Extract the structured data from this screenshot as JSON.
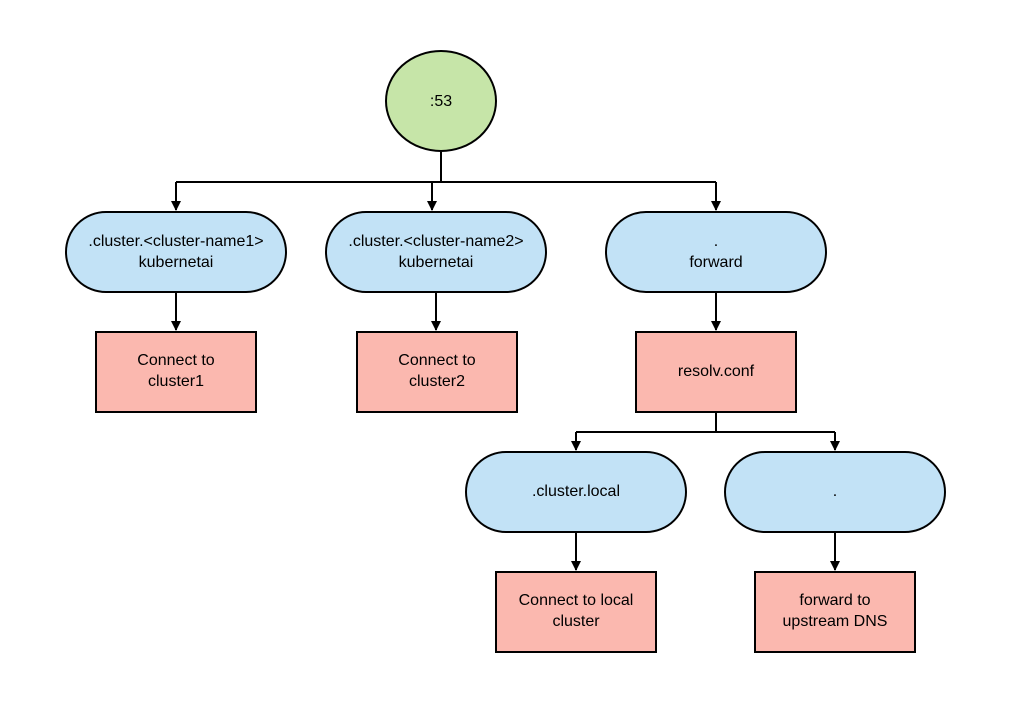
{
  "colors": {
    "root_fill": "#c6e5a8",
    "pill_fill": "#c2e2f6",
    "box_fill": "#fbb8af",
    "stroke": "#000000",
    "background": "#ffffff"
  },
  "root": {
    "label": ":53"
  },
  "branches": {
    "cluster1": {
      "line1": ".cluster.<cluster-name1>",
      "line2": "kubernetai"
    },
    "cluster2": {
      "line1": ".cluster.<cluster-name2>",
      "line2": "kubernetai"
    },
    "forward": {
      "line1": ".",
      "line2": "forward"
    }
  },
  "actions": {
    "connect1": {
      "line1": "Connect to",
      "line2": "cluster1"
    },
    "connect2": {
      "line1": "Connect to",
      "line2": "cluster2"
    },
    "resolv": {
      "label": "resolv.conf"
    }
  },
  "sub_branches": {
    "local": {
      "label": ".cluster.local"
    },
    "dot": {
      "label": "."
    }
  },
  "sub_actions": {
    "local": {
      "line1": "Connect to local",
      "line2": "cluster"
    },
    "upstream": {
      "line1": "forward to",
      "line2": "upstream DNS"
    }
  }
}
